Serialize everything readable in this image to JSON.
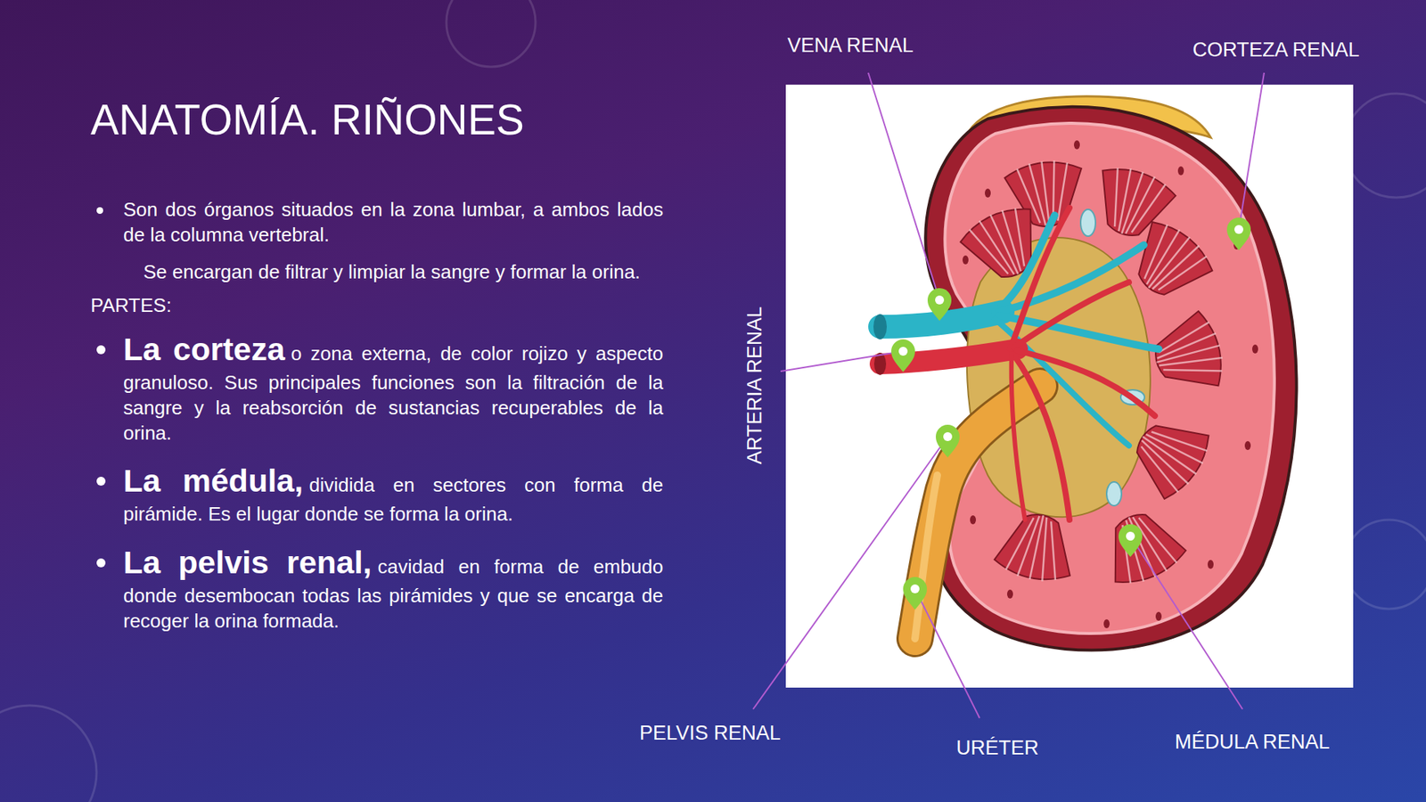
{
  "diagram": {
    "title": "ANATOMÍA. RIÑONES",
    "labels": [
      "Son dos órganos situados en la zona lumbar, a ambos lados de la columna vertebral.",
      "Se encargan de filtrar y limpiar la sangre y formar la orina.",
      "PARTES:",
      "La corteza",
      "o zona externa, de color rojizo y aspecto granuloso. Sus principales funciones son la filtración de la sangre y la reabsorción de sustancias recuperables de la orina.",
      "La médula,",
      "dividida en sectores con forma de pirámide. Es el lugar donde se forma la orina.",
      "La pelvis renal,",
      "cavidad en forma de embudo donde desembocan todas las pirámides y que se encarga de recoger la orina formada.",
      "VENA RENAL",
      "CORTEZA RENAL",
      "ARTERIA RENAL",
      "PELVIS RENAL",
      "URÉTER",
      "MÉDULA RENAL"
    ]
  }
}
